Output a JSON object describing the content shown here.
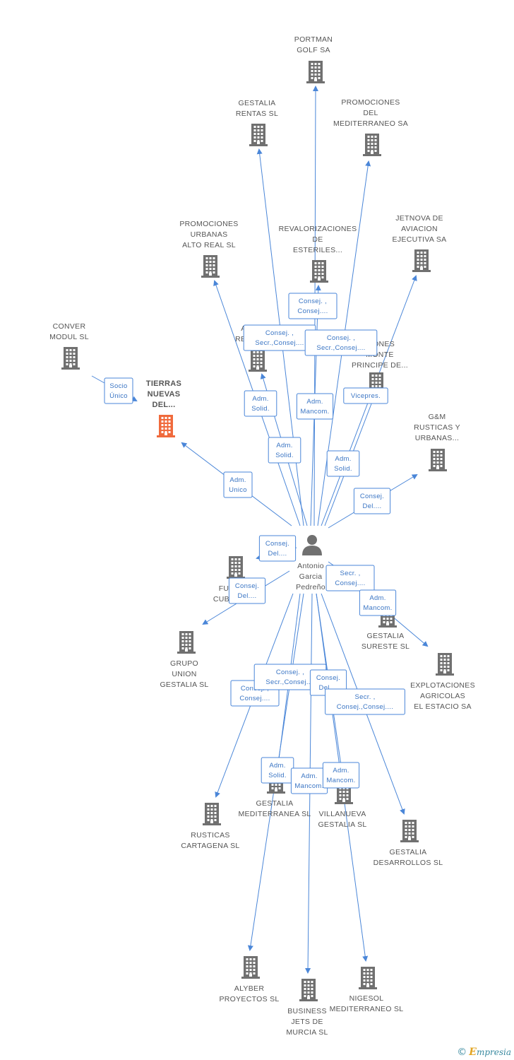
{
  "colors": {
    "edge": "#4a86d8",
    "icon": "#707070",
    "focus_icon": "#f06a3c",
    "label": "#555555",
    "edge_label": "#3a75c4"
  },
  "person": {
    "id": "antonio",
    "icon": "person-icon",
    "lines": [
      "Antonio",
      "Garcia",
      "Pedreño"
    ]
  },
  "companies": [
    {
      "id": "portman",
      "lines": [
        "PORTMAN",
        "GOLF SA"
      ]
    },
    {
      "id": "gestalia_rentas",
      "lines": [
        "GESTALIA",
        "RENTAS SL"
      ]
    },
    {
      "id": "promo_med",
      "lines": [
        "PROMOCIONES",
        "DEL",
        "MEDITERRANEO SA"
      ]
    },
    {
      "id": "promo_urb",
      "lines": [
        "PROMOCIONES",
        "URBANAS",
        "ALTO REAL  SL"
      ]
    },
    {
      "id": "revalor",
      "lines": [
        "REVALORIZACIONES",
        "DE",
        "ESTERILES..."
      ]
    },
    {
      "id": "jetnova",
      "lines": [
        "JETNOVA DE",
        "AVIACION",
        "EJECUTIVA SA"
      ]
    },
    {
      "id": "conver",
      "lines": [
        "CONVER",
        "MODUL  SL"
      ]
    },
    {
      "id": "tierras",
      "focus": true,
      "lines": [
        "TIERRAS",
        "NUEVAS",
        "DEL..."
      ]
    },
    {
      "id": "al_rent",
      "lines": [
        "AL",
        "RENT"
      ]
    },
    {
      "id": "monte",
      "lines": [
        "CIONES",
        "MONTE",
        "PRINCIPE DE..."
      ]
    },
    {
      "id": "gm",
      "lines": [
        "G&M",
        "RUSTICAS Y",
        "URBANAS..."
      ]
    },
    {
      "id": "fu_cuba",
      "lines": [
        "FU",
        "CUBA"
      ]
    },
    {
      "id": "gestalia_sureste",
      "lines": [
        "GESTALIA",
        "SURESTE SL"
      ]
    },
    {
      "id": "grupo_union",
      "lines": [
        "GRUPO",
        "UNION",
        "GESTALIA SL"
      ]
    },
    {
      "id": "explot",
      "lines": [
        "EXPLOTACIONES",
        "AGRICOLAS",
        "EL ESTACIO SA"
      ]
    },
    {
      "id": "rusticas",
      "lines": [
        "RUSTICAS",
        "CARTAGENA SL"
      ]
    },
    {
      "id": "gestalia_med",
      "lines": [
        "GESTALIA",
        "MEDITERRANEA SL"
      ]
    },
    {
      "id": "villanueva",
      "lines": [
        "VILLANUEVA",
        "GESTALIA SL"
      ]
    },
    {
      "id": "gestalia_des",
      "lines": [
        "GESTALIA",
        "DESARROLLOS SL"
      ]
    },
    {
      "id": "alyber",
      "lines": [
        "ALYBER",
        "PROYECTOS SL"
      ]
    },
    {
      "id": "business",
      "lines": [
        "BUSINESS",
        "JETS DE",
        "MURCIA SL"
      ]
    },
    {
      "id": "nigesol",
      "lines": [
        "NIGESOL",
        "MEDITERRANEO SL"
      ]
    }
  ],
  "edges": [
    {
      "from": "conver",
      "to": "tierras",
      "label": [
        "Socio",
        "Único"
      ]
    },
    {
      "from": "antonio",
      "to": "tierras",
      "label": [
        "Adm.",
        "Unico"
      ]
    },
    {
      "from": "antonio",
      "to": "portman",
      "label": [
        "Consej. ,",
        "Consej...."
      ]
    },
    {
      "from": "antonio",
      "to": "gestalia_rentas",
      "label": [
        "Adm.",
        "Solid."
      ]
    },
    {
      "from": "antonio",
      "to": "promo_med",
      "label": [
        "Adm.",
        "Solid."
      ]
    },
    {
      "from": "antonio",
      "to": "promo_urb",
      "label": [
        "Adm.",
        "Solid."
      ]
    },
    {
      "from": "antonio",
      "to": "revalor",
      "label": [
        "Adm.",
        "Mancom."
      ]
    },
    {
      "from": "antonio",
      "to": "jetnova",
      "label": [
        "Vicepres."
      ]
    },
    {
      "from": "antonio",
      "to": "al_rent",
      "label": [
        "Consej. ,",
        "Secr.,Consej...."
      ]
    },
    {
      "from": "antonio",
      "to": "monte",
      "label": [
        "Consej. ,",
        "Secr.,Consej...."
      ]
    },
    {
      "from": "antonio",
      "to": "gm",
      "label": [
        "Consej.",
        "Del...."
      ]
    },
    {
      "from": "antonio",
      "to": "fu_cuba",
      "label": [
        "Consej.",
        "Del...."
      ]
    },
    {
      "from": "antonio",
      "to": "grupo_union",
      "label": [
        "Consej.",
        "Del...."
      ]
    },
    {
      "from": "antonio",
      "to": "gestalia_sureste",
      "label": [
        "Secr. ,",
        "Consej...."
      ]
    },
    {
      "from": "antonio",
      "to": "explot",
      "label": [
        "Adm.",
        "Mancom."
      ]
    },
    {
      "from": "antonio",
      "to": "rusticas",
      "label": [
        "Consej. ,",
        "Consej...."
      ]
    },
    {
      "from": "antonio",
      "to": "gestalia_med",
      "label": [
        "Consej. ,",
        "Secr.,Consej...."
      ]
    },
    {
      "from": "antonio",
      "to": "villanueva",
      "label": [
        "Consej.",
        "Del...."
      ]
    },
    {
      "from": "antonio",
      "to": "gestalia_des",
      "label": [
        "Secr. ,",
        "Consej.,Consej...."
      ]
    },
    {
      "from": "antonio",
      "to": "alyber",
      "label": [
        "Adm.",
        "Solid."
      ]
    },
    {
      "from": "antonio",
      "to": "business",
      "label": [
        "Adm.",
        "Mancom."
      ]
    },
    {
      "from": "antonio",
      "to": "nigesol",
      "label": [
        "Adm.",
        "Mancom."
      ]
    }
  ],
  "footer": {
    "copyright": "©",
    "brand_initial": "E",
    "brand_rest": "mpresia"
  }
}
